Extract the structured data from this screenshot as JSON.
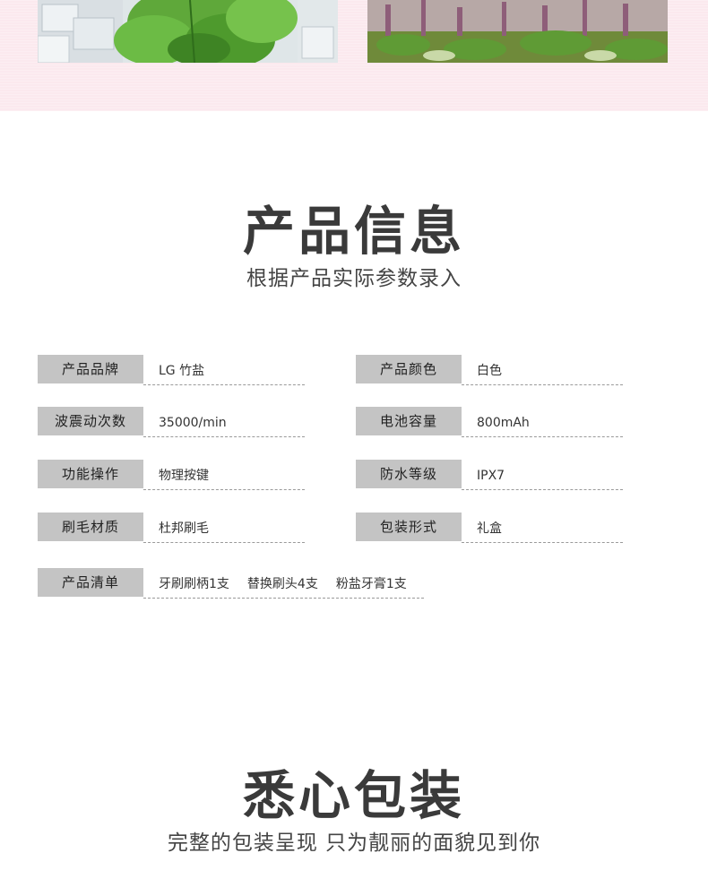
{
  "colors": {
    "band_bg": "#fbe9ee",
    "label_bg": "#c4c4c4",
    "title_text": "#3a3a3a"
  },
  "banner": {
    "images": [
      {
        "name": "mint-leaves-ice"
      },
      {
        "name": "basil-flowers"
      }
    ]
  },
  "product_info": {
    "title": "产品信息",
    "subtitle": "根据产品实际参数录入",
    "specs": [
      {
        "label": "产品品牌",
        "value": "LG 竹盐"
      },
      {
        "label": "产品颜色",
        "value": "白色"
      },
      {
        "label": "波震动次数",
        "value": "35000/min"
      },
      {
        "label": "电池容量",
        "value": "800mAh"
      },
      {
        "label": "功能操作",
        "value": "物理按键"
      },
      {
        "label": "防水等级",
        "value": "IPX7"
      },
      {
        "label": "刷毛材质",
        "value": "杜邦刷毛"
      },
      {
        "label": "包装形式",
        "value": "礼盒"
      }
    ],
    "checklist": {
      "label": "产品清单",
      "items": [
        "牙刷刷柄1支",
        "替换刷头4支",
        "粉盐牙膏1支"
      ]
    }
  },
  "packaging": {
    "title": "悉心包装",
    "subtitle": "完整的包装呈现 只为靓丽的面貌见到你"
  }
}
